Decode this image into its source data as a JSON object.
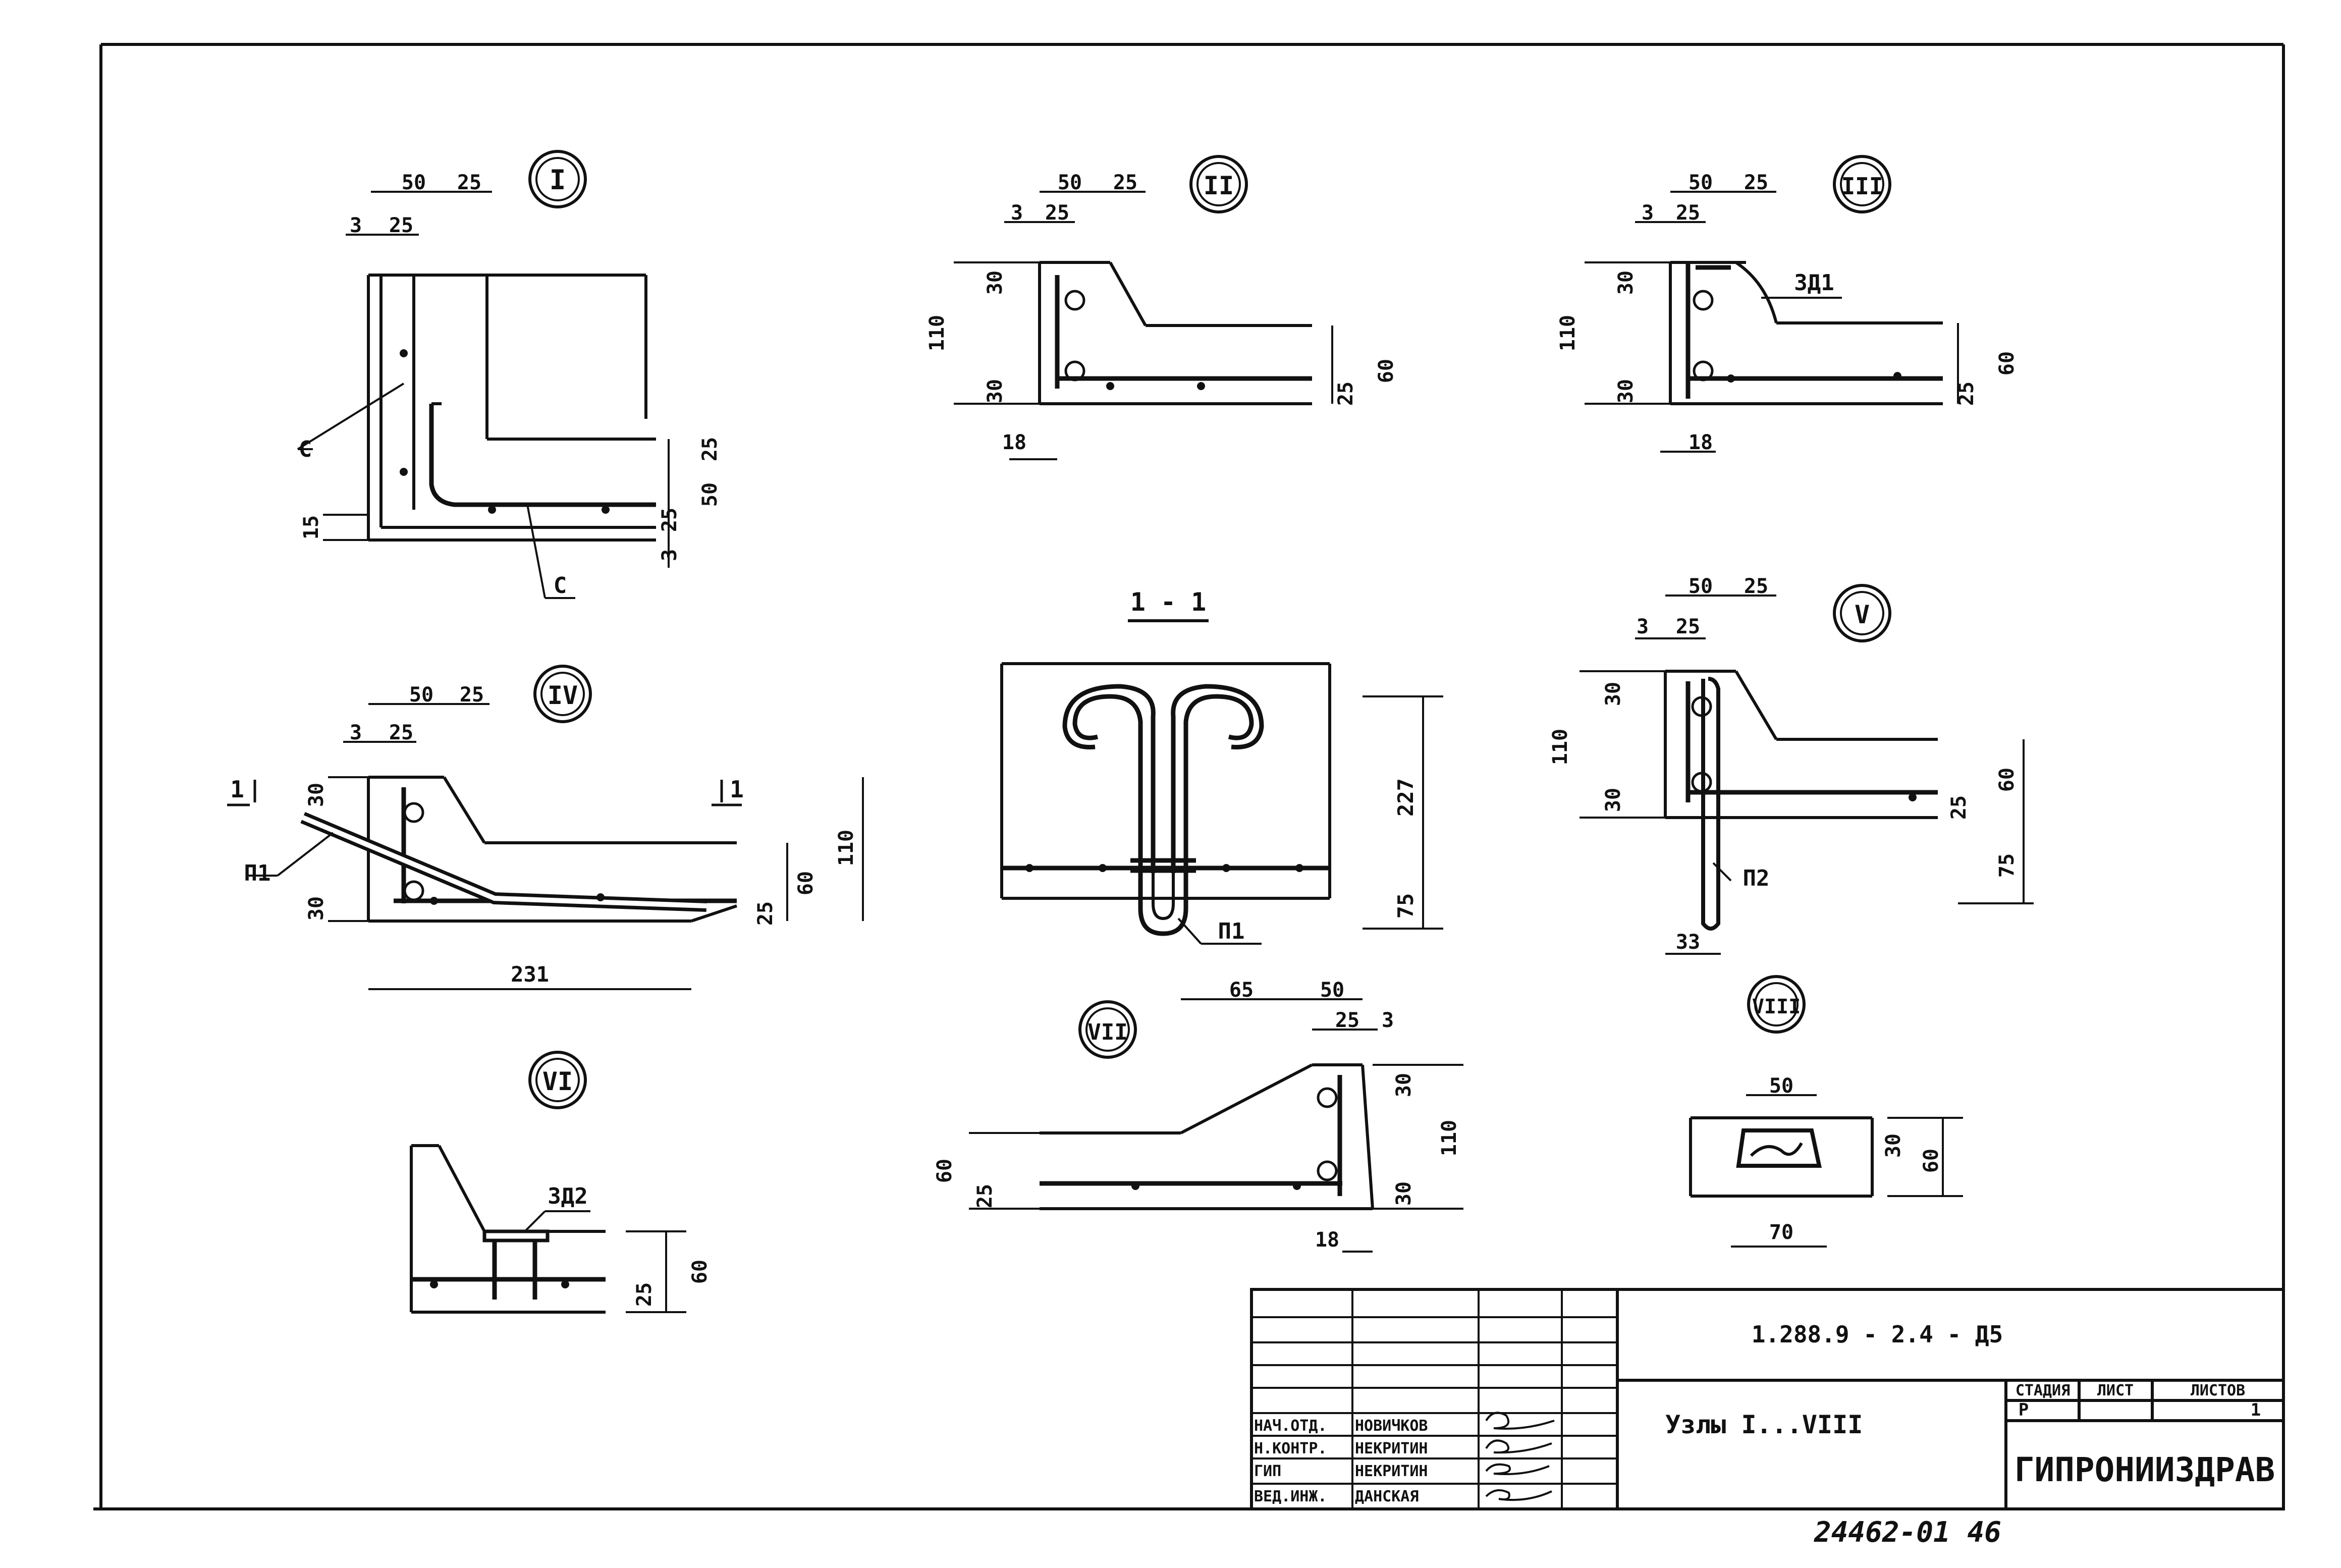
{
  "title_block": {
    "document_code": "1.288.9 - 2.4 - Д5",
    "sheet_title": "Узлы I...VIII",
    "stage_header": "СТАДИЯ",
    "sheet_header": "ЛИСТ",
    "sheets_header": "ЛИСТОВ",
    "stage": "Р",
    "sheet": "",
    "sheets": "1",
    "organization": "ГИПРОНИИЗДРАВ",
    "signatures": [
      {
        "role": "НАЧ.ОТД.",
        "name": "НОВИЧКОВ"
      },
      {
        "role": "Н.КОНТР.",
        "name": "НЕКРИТИН"
      },
      {
        "role": "ГИП",
        "name": "НЕКРИТИН"
      },
      {
        "role": "ВЕД.ИНЖ.",
        "name": "ДАНСКАЯ"
      }
    ]
  },
  "footer_number": "24462-01  46",
  "node_labels": {
    "n1": "I",
    "n2": "II",
    "n3": "III",
    "n4": "IV",
    "n5": "V",
    "n6": "VI",
    "n7": "VII",
    "n8": "VIII"
  },
  "section_label": "1 - 1",
  "section_cut_marker": "1",
  "labels": {
    "c": "С",
    "zd1": "ЗД1",
    "zd2": "ЗД2",
    "p1": "П1",
    "p2": "П2"
  },
  "dims": {
    "n1": {
      "a": "50",
      "b": "25",
      "c": "3",
      "d": "25",
      "e": "25",
      "f": "50",
      "g": "25",
      "h": "3",
      "i": "15"
    },
    "n2": {
      "a": "50",
      "b": "25",
      "c": "3",
      "d": "25",
      "e": "30",
      "f": "110",
      "g": "30",
      "h": "18",
      "i": "60",
      "j": "25"
    },
    "n3": {
      "a": "50",
      "b": "25",
      "c": "3",
      "d": "25",
      "e": "30",
      "f": "110",
      "g": "30",
      "h": "18",
      "i": "60",
      "j": "25"
    },
    "n4": {
      "a": "50",
      "b": "25",
      "c": "3",
      "d": "25",
      "e": "30",
      "f": "30",
      "g": "231",
      "h": "25",
      "i": "60",
      "j": "110"
    },
    "s11": {
      "a": "227",
      "b": "75"
    },
    "n5": {
      "a": "50",
      "b": "25",
      "c": "3",
      "d": "25",
      "e": "30",
      "f": "110",
      "g": "30",
      "h": "33",
      "i": "60",
      "j": "25",
      "k": "75"
    },
    "n6": {
      "a": "25",
      "b": "60"
    },
    "n7": {
      "a": "65",
      "b": "50",
      "c": "25",
      "d": "3",
      "e": "30",
      "f": "110",
      "g": "30",
      "h": "18",
      "i": "60",
      "j": "25"
    },
    "n8": {
      "a": "50",
      "b": "30",
      "c": "60",
      "d": "70"
    }
  }
}
